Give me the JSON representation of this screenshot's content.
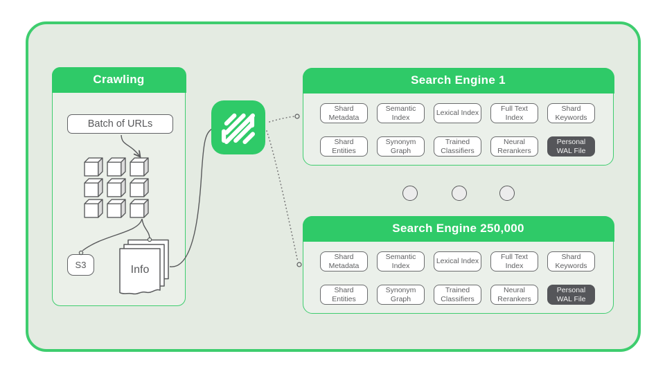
{
  "crawling": {
    "title": "Crawling",
    "batch_label": "Batch of URLs",
    "s3_label": "S3",
    "info_label": "Info"
  },
  "panels": [
    {
      "title": "Search Engine 1",
      "chips": [
        "Shard Metadata",
        "Semantic Index",
        "Lexical Index",
        "Full Text Index",
        "Shard Keywords",
        "Shard Entities",
        "Synonym Graph",
        "Trained Classifiers",
        "Neural Rerankers",
        "Personal WAL File"
      ]
    },
    {
      "title": "Search Engine 250,000",
      "chips": [
        "Shard Metadata",
        "Semantic Index",
        "Lexical Index",
        "Full Text Index",
        "Shard Keywords",
        "Shard Entities",
        "Synonym Graph",
        "Trained Classifiers",
        "Neural Rerankers",
        "Personal WAL File"
      ]
    }
  ],
  "icons": {
    "logo": "diagonal-stripes-logo",
    "cube": "cube-icon",
    "documents": "document-stack-icon"
  },
  "colors": {
    "green": "#2fca68",
    "green_border": "#3ecd6e",
    "background": "#e4ebe2",
    "dark_chip": "#55565a",
    "line_gray": "#58595b",
    "white": "#ffffff"
  }
}
